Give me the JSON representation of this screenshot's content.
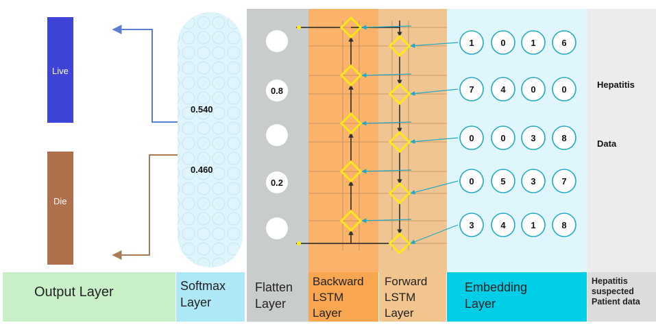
{
  "outputs": [
    {
      "label": "Live",
      "color": "#3f44d8",
      "arrow_color": "#5b7fce"
    },
    {
      "label": "Die",
      "color": "#b0704c",
      "arrow_color": "#a87a55"
    }
  ],
  "softmax_values": [
    "0.540",
    "0.460"
  ],
  "flatten_values": [
    "",
    "0.8",
    "",
    "0.2",
    ""
  ],
  "embedding_rows": [
    [
      "1",
      "0",
      "1",
      "6"
    ],
    [
      "7",
      "4",
      "0",
      "0"
    ],
    [
      "0",
      "0",
      "3",
      "8"
    ],
    [
      "0",
      "5",
      "3",
      "7"
    ],
    [
      "3",
      "4",
      "1",
      "8"
    ]
  ],
  "side_text": {
    "line1": "Hepatitis",
    "line2": "Data"
  },
  "layer_labels": {
    "output": "Output Layer",
    "softmax": [
      "Softmax",
      "Layer"
    ],
    "flatten": [
      "Flatten",
      "Layer"
    ],
    "backward": [
      "Backward",
      "LSTM",
      "Layer"
    ],
    "forward": [
      "Forward",
      "LSTM",
      "Layer"
    ],
    "embedding": [
      "Embedding",
      "Layer"
    ],
    "patient": [
      "Hepatitis",
      "suspected",
      "Patient data"
    ]
  },
  "colors": {
    "softmax_bg": "#dff4fb",
    "flatten_bg": "#c8cccc",
    "backward_bg": "#fbb26a",
    "forward_bg": "#f1c592",
    "embedding_bg": "#dff6fc",
    "patient_bg": "#ececec",
    "lstm_node": "#ffe81a",
    "embedding_circle": "#22a9c4"
  }
}
